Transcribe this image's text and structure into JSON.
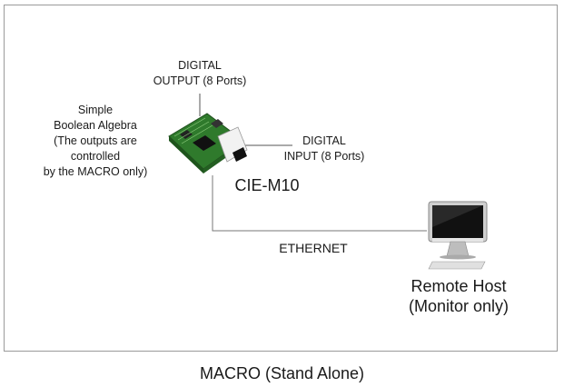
{
  "labels": {
    "digital_output": [
      "DIGITAL",
      "OUTPUT (8 Ports)"
    ],
    "boolean": [
      "Simple",
      "Boolean Algebra",
      "(The outputs are",
      "controlled",
      "by the MACRO only)"
    ],
    "digital_input": [
      "DIGITAL",
      "INPUT (8 Ports)"
    ],
    "device": "CIE-M10",
    "ethernet": "ETHERNET",
    "remote_host": [
      "Remote Host",
      "(Monitor only)"
    ]
  },
  "caption": "MACRO (Stand Alone)",
  "colors": {
    "board_green": "#2f7a2c",
    "line": "#555555",
    "frame": "#9a9a9a"
  }
}
